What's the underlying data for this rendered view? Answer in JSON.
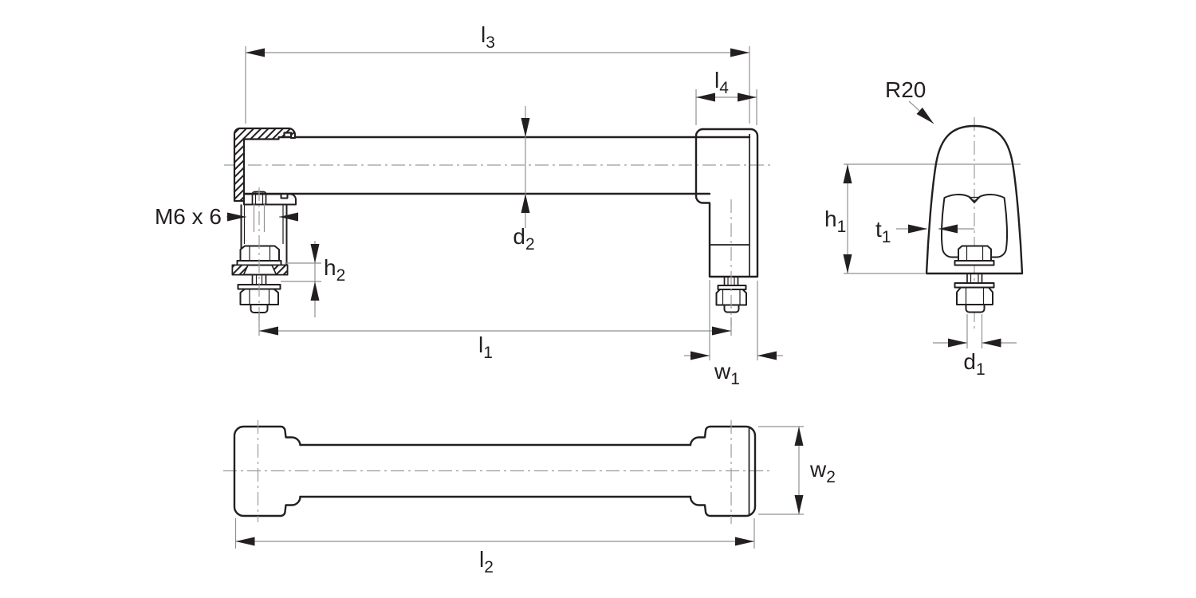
{
  "drawing": {
    "colors": {
      "background": "#ffffff",
      "outline": "#231f20",
      "dimension_lines": "#8f9194",
      "centerlines": "#9b9da0"
    },
    "labels": {
      "l3": {
        "main": "l",
        "sub": "3"
      },
      "l4": {
        "main": "l",
        "sub": "4"
      },
      "d2": {
        "main": "d",
        "sub": "2"
      },
      "m6": {
        "text": "M6 x 6"
      },
      "h2": {
        "main": "h",
        "sub": "2"
      },
      "l1": {
        "main": "l",
        "sub": "1"
      },
      "w1": {
        "main": "w",
        "sub": "1"
      },
      "r20": {
        "text": "R20"
      },
      "h1": {
        "main": "h",
        "sub": "1"
      },
      "t1": {
        "main": "t",
        "sub": "1"
      },
      "d1": {
        "main": "d",
        "sub": "1"
      },
      "w2": {
        "main": "w",
        "sub": "2"
      },
      "l2": {
        "main": "l",
        "sub": "2"
      }
    }
  }
}
